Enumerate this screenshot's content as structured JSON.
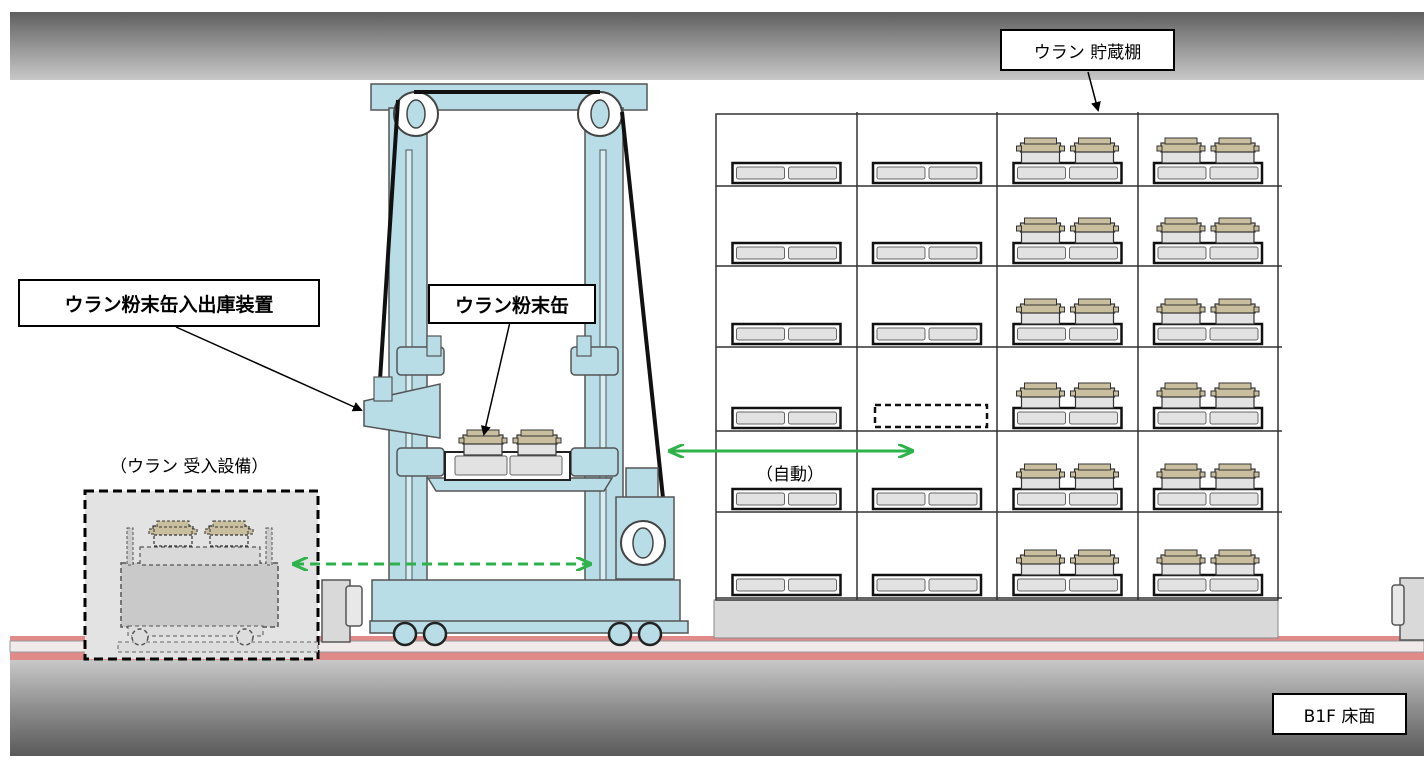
{
  "labels": {
    "storage_rack": "ウラン 貯蔵棚",
    "transfer_device": "ウラン粉末缶入出庫装置",
    "powder_can": "ウラン粉末缶",
    "receiving_facility": "（ウラン 受入設備）",
    "auto": "（自動）",
    "floor": "B1F 床面"
  },
  "colors": {
    "machine": "#b8dde6",
    "can_lid": "#c9bf9e",
    "floor_red": "#e08a8a",
    "band_gray": "#7a7a7a",
    "arrow_green": "#2db34a"
  },
  "rack": {
    "columns": 4,
    "rows": 6,
    "columns_with_cans": [
      3,
      4
    ],
    "empty_slot": {
      "column": 2,
      "row": 4
    }
  }
}
